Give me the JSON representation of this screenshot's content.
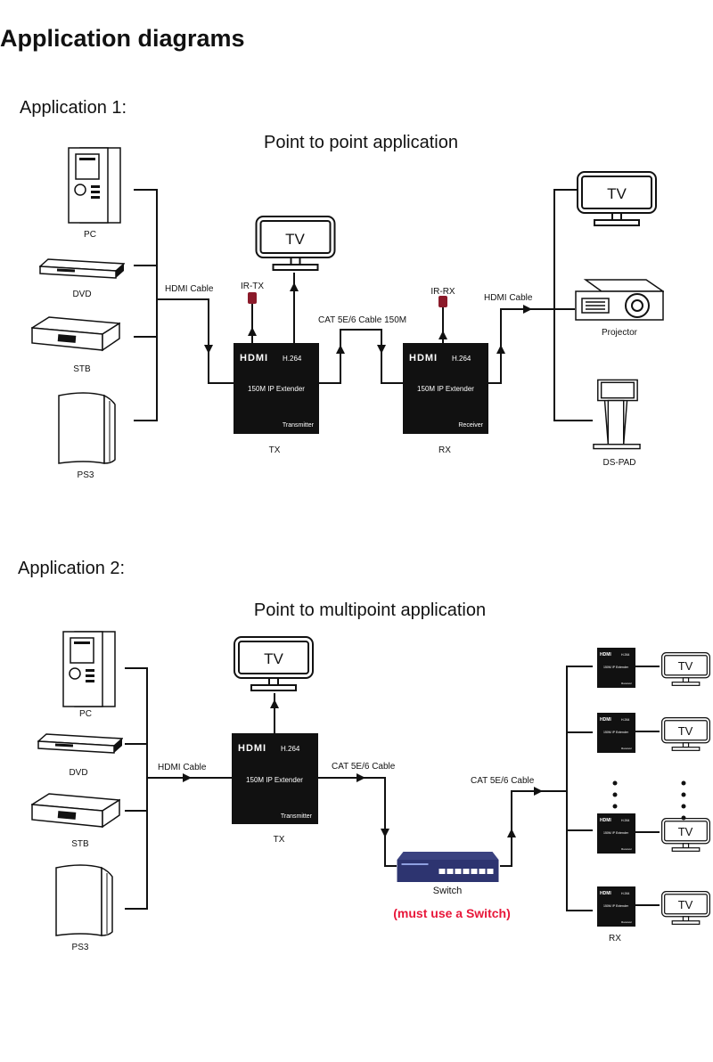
{
  "page_title": "Application diagrams",
  "colors": {
    "ir_sensor": "#8b1a2a",
    "warning": "#e8173a",
    "switch": "#2d3470",
    "box": "#111111"
  },
  "app1": {
    "heading": "Application 1:",
    "title": "Point to point application",
    "sources": [
      "PC",
      "DVD",
      "STB",
      "PS3"
    ],
    "hdmi_cable": "HDMI Cable",
    "ir_tx": "IR-TX",
    "ir_rx": "IR-RX",
    "tv": "TV",
    "cat_cable": "CAT 5E/6 Cable 150M",
    "tx": {
      "logo": "HDMI",
      "codec": "H.264",
      "name": "150M IP Extender",
      "role": "Transmitter",
      "label": "TX"
    },
    "rx": {
      "logo": "HDMI",
      "codec": "H.264",
      "name": "150M IP Extender",
      "role": "Receiver",
      "label": "RX"
    },
    "hdmi_cable_out": "HDMI Cable",
    "displays": [
      "TV",
      "Projector",
      "DS-PAD"
    ]
  },
  "app2": {
    "heading": "Application 2:",
    "title": "Point to multipoint  application",
    "sources": [
      "PC",
      "DVD",
      "STB",
      "PS3"
    ],
    "hdmi_cable": "HDMI Cable",
    "tv": "TV",
    "tx": {
      "logo": "HDMI",
      "codec": "H.264",
      "name": "150M IP Extender",
      "role": "Transmitter",
      "label": "TX"
    },
    "cat_cable_in": "CAT 5E/6 Cable",
    "switch_label": "Switch",
    "switch_note": "(must use a Switch)",
    "cat_cable_out": "CAT 5E/6 Cable",
    "receivers": [
      {
        "logo": "HDMI",
        "codec": "H.264",
        "name": "150M IP Extender",
        "role": "Receiver",
        "tv": "TV"
      },
      {
        "logo": "HDMI",
        "codec": "H.264",
        "name": "150M IP Extender",
        "role": "Receiver",
        "tv": "TV"
      },
      {
        "logo": "HDMI",
        "codec": "H.264",
        "name": "150M IP Extender",
        "role": "Receiver",
        "tv": "TV"
      },
      {
        "logo": "HDMI",
        "codec": "H.264",
        "name": "150M IP Extender",
        "role": "Receiver",
        "tv": "TV"
      }
    ],
    "rx_label": "RX"
  }
}
